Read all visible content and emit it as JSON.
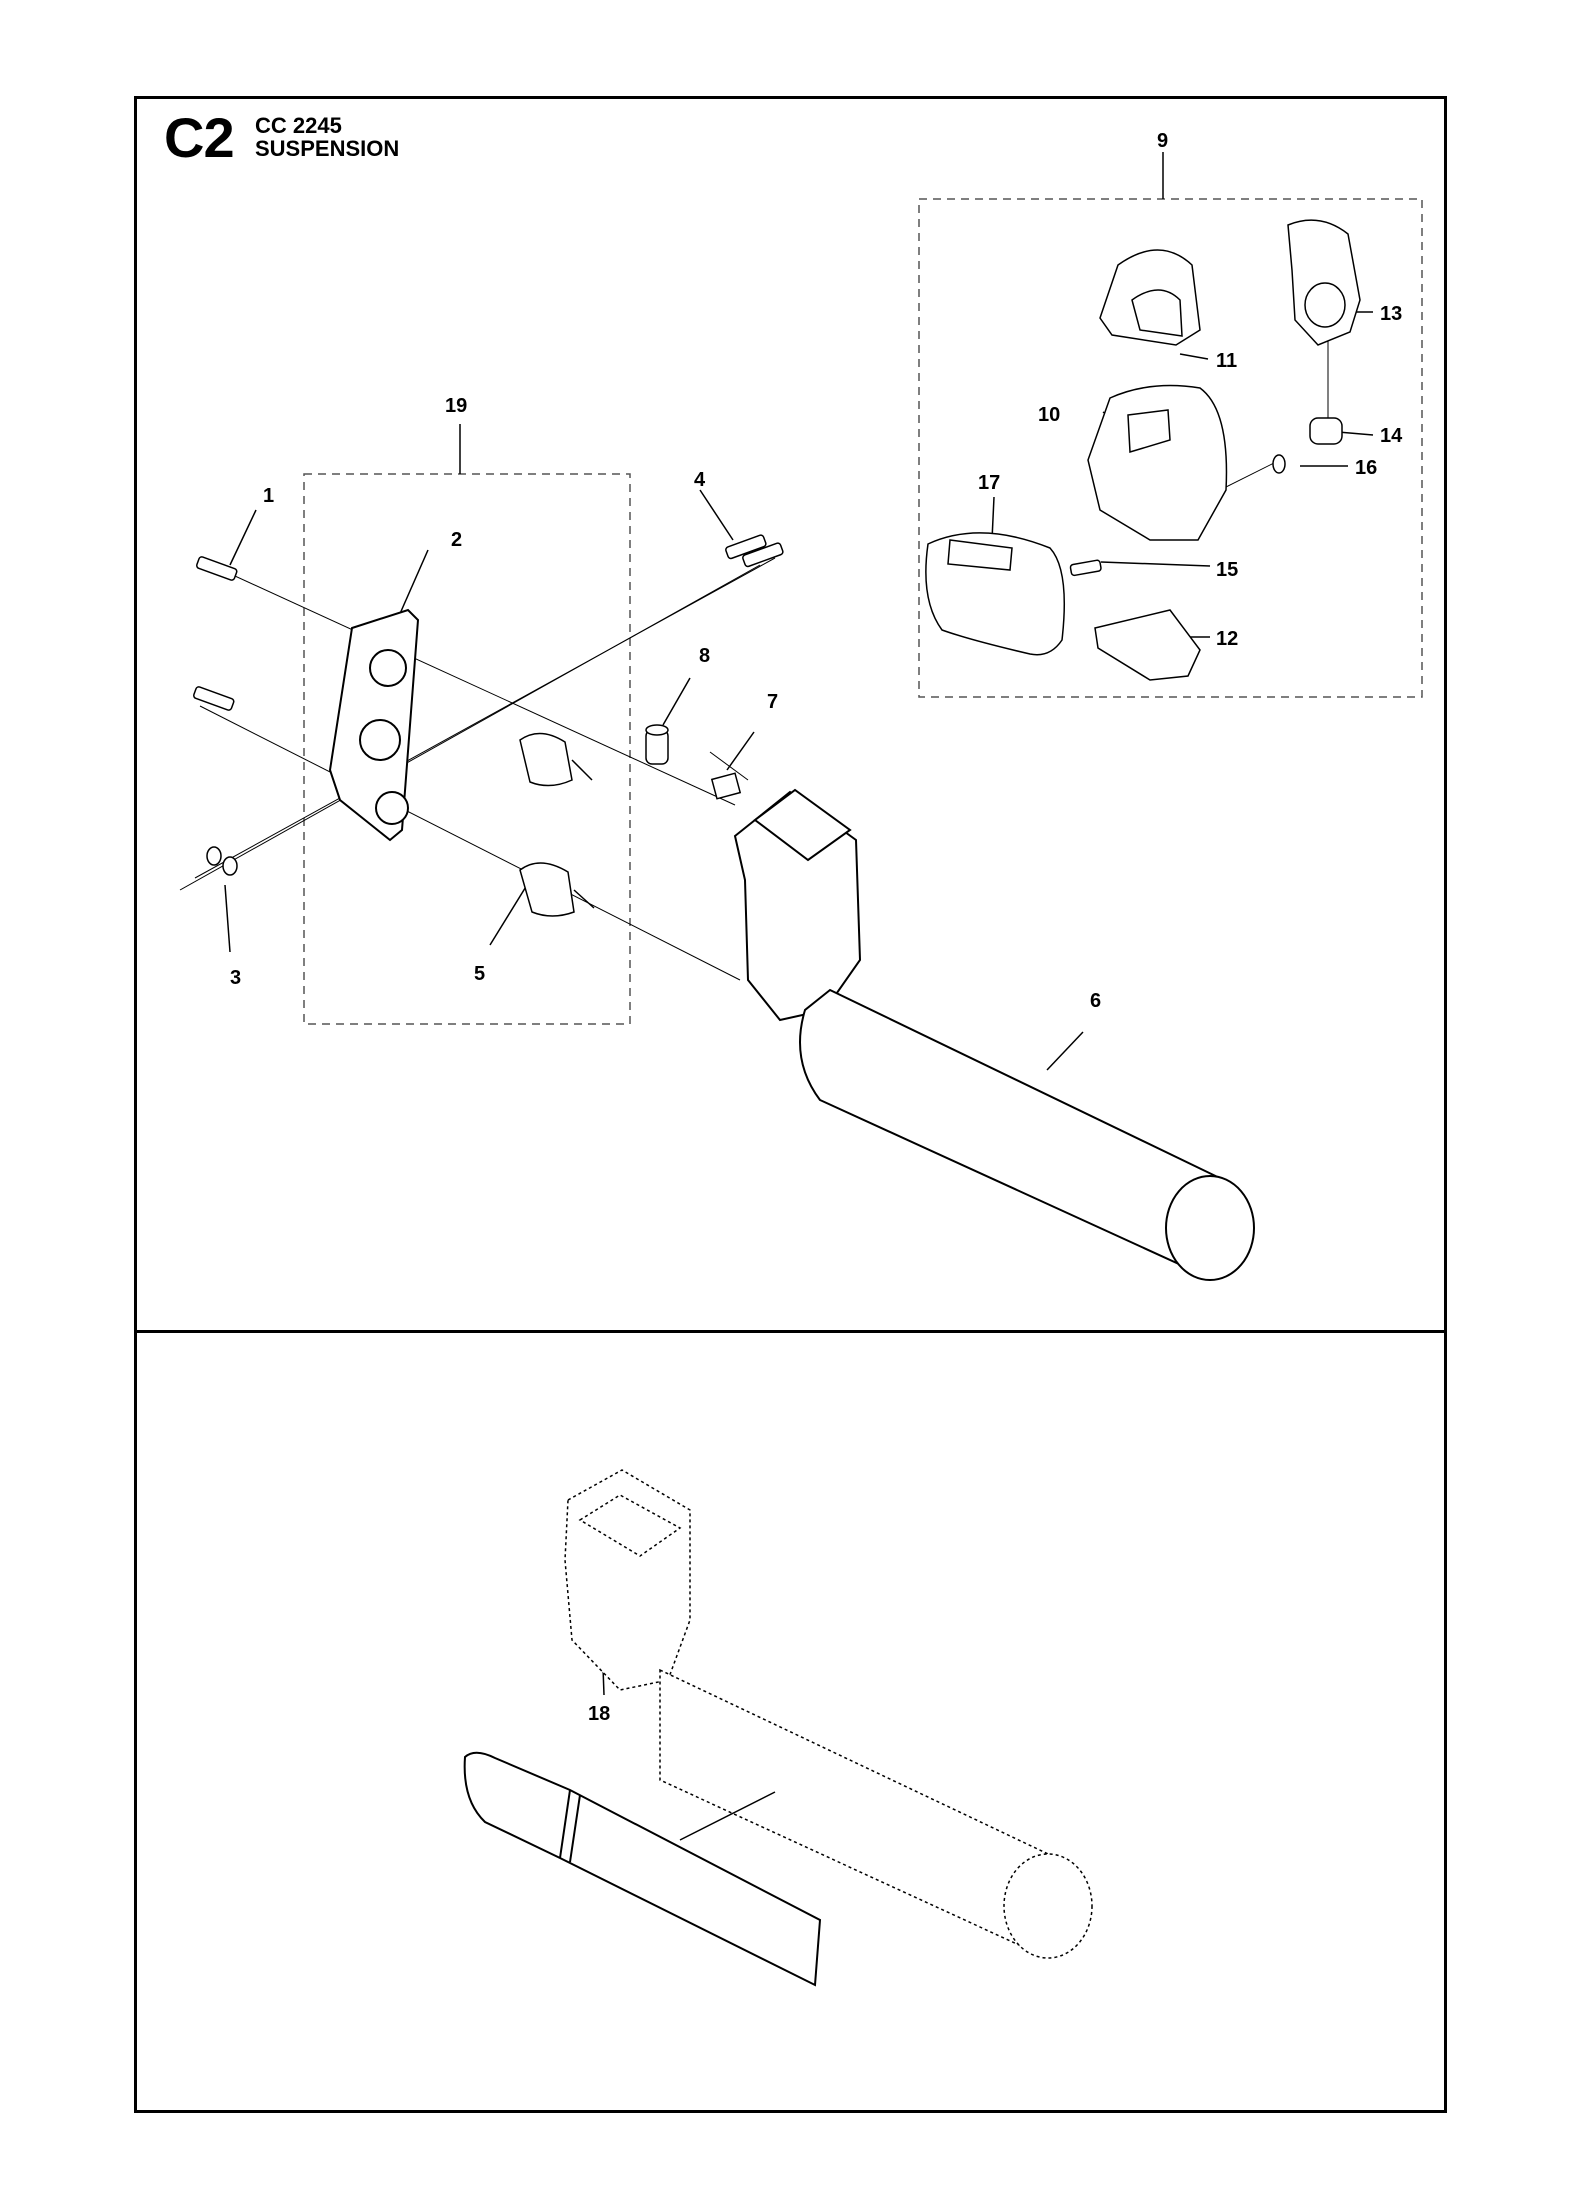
{
  "header": {
    "section_code": "C2",
    "model": "CC 2245",
    "title": "SUSPENSION"
  },
  "callouts": [
    "1",
    "2",
    "3",
    "4",
    "5",
    "6",
    "7",
    "8",
    "9",
    "10",
    "11",
    "12",
    "13",
    "14",
    "15",
    "16",
    "17",
    "18",
    "19"
  ]
}
